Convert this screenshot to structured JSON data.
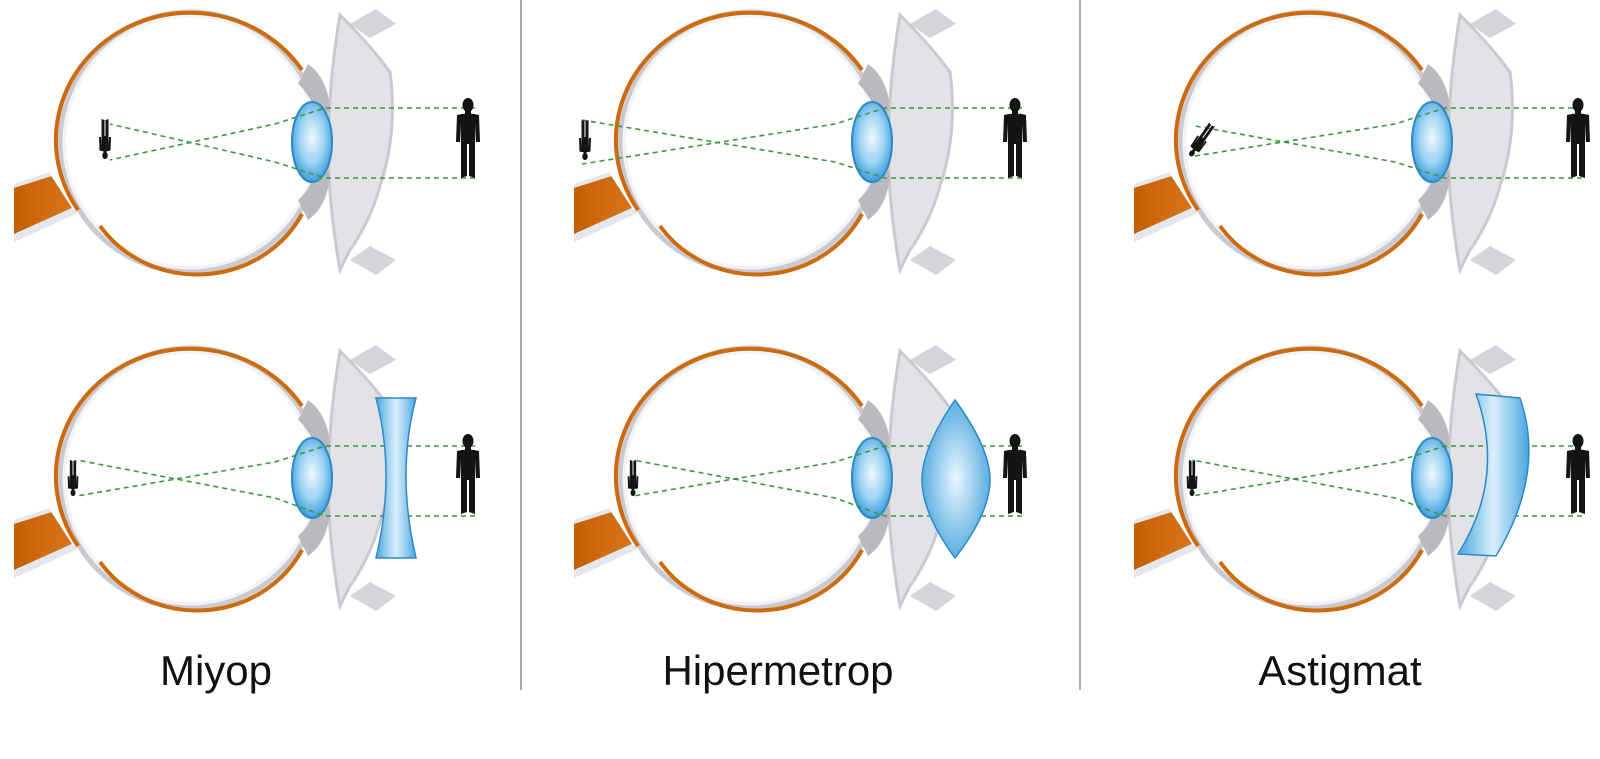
{
  "colors": {
    "background": "#ffffff",
    "sclera_stroke": "#c9cacf",
    "retina": "#cc6a0d",
    "optic_nerve": "#cc6a0d",
    "cornea": "#e2e3e7",
    "iris": "#b9bac0",
    "lens": "#5fb3e6",
    "ray": "#3a9a3a",
    "divider": "#a8a9b6",
    "figure": "#141414"
  },
  "panels": [
    {
      "label": "Miyop",
      "condition": "myopia",
      "corrective_lens": "concave-lens-icon"
    },
    {
      "label": "Hipermetrop",
      "condition": "hyperopia",
      "corrective_lens": "convex-lens-icon"
    },
    {
      "label": "Astigmat",
      "condition": "astigmatism",
      "corrective_lens": "cylindrical-lens-icon"
    }
  ]
}
